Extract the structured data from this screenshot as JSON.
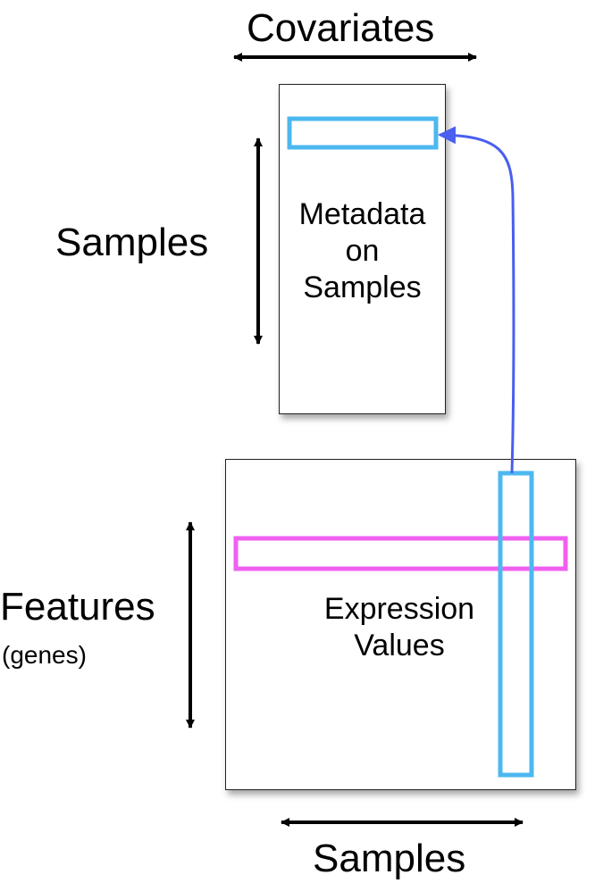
{
  "labels": {
    "covariates": "Covariates",
    "samples_left": "Samples",
    "metadata": [
      "Metadata",
      "on",
      "Samples"
    ],
    "features": "Features",
    "features_sub": "(genes)",
    "expression": [
      "Expression",
      "Values"
    ],
    "samples_bottom": "Samples"
  },
  "colors": {
    "highlight_blue": "#4db8f0",
    "highlight_pink": "#f060f0",
    "link_arrow": "#4a5ef0",
    "arrow_black": "#000000"
  }
}
